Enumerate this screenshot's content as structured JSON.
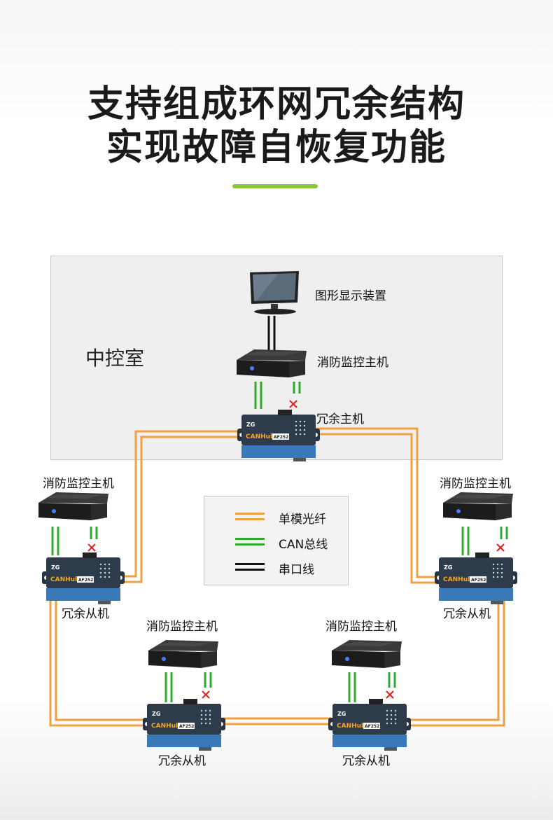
{
  "title": {
    "line1": "支持组成环网冗余结构",
    "line2": "实现故障自恢复功能"
  },
  "control_room": "中控室",
  "display_label": "图形显示装置",
  "central_host_label": "消防监控主机",
  "master_label": "冗余主机",
  "slave_host_label": "消防监控主机",
  "slave_label": "冗余从机",
  "device_brand": {
    "logo": "ZG",
    "name": "CANHub",
    "model": "AF252"
  },
  "legend": [
    {
      "label": "单模光纤",
      "color": "#f0a040"
    },
    {
      "label": "CAN总线",
      "color": "#2faa2f"
    },
    {
      "label": "串口线",
      "color": "#111111"
    }
  ],
  "colors": {
    "fiber": "#f0a040",
    "can": "#2faa2f",
    "serial": "#111111",
    "fault": "#e02020",
    "accent": "#8cc63f",
    "device_blue": "#3a79b8"
  },
  "fault_mark": "×"
}
